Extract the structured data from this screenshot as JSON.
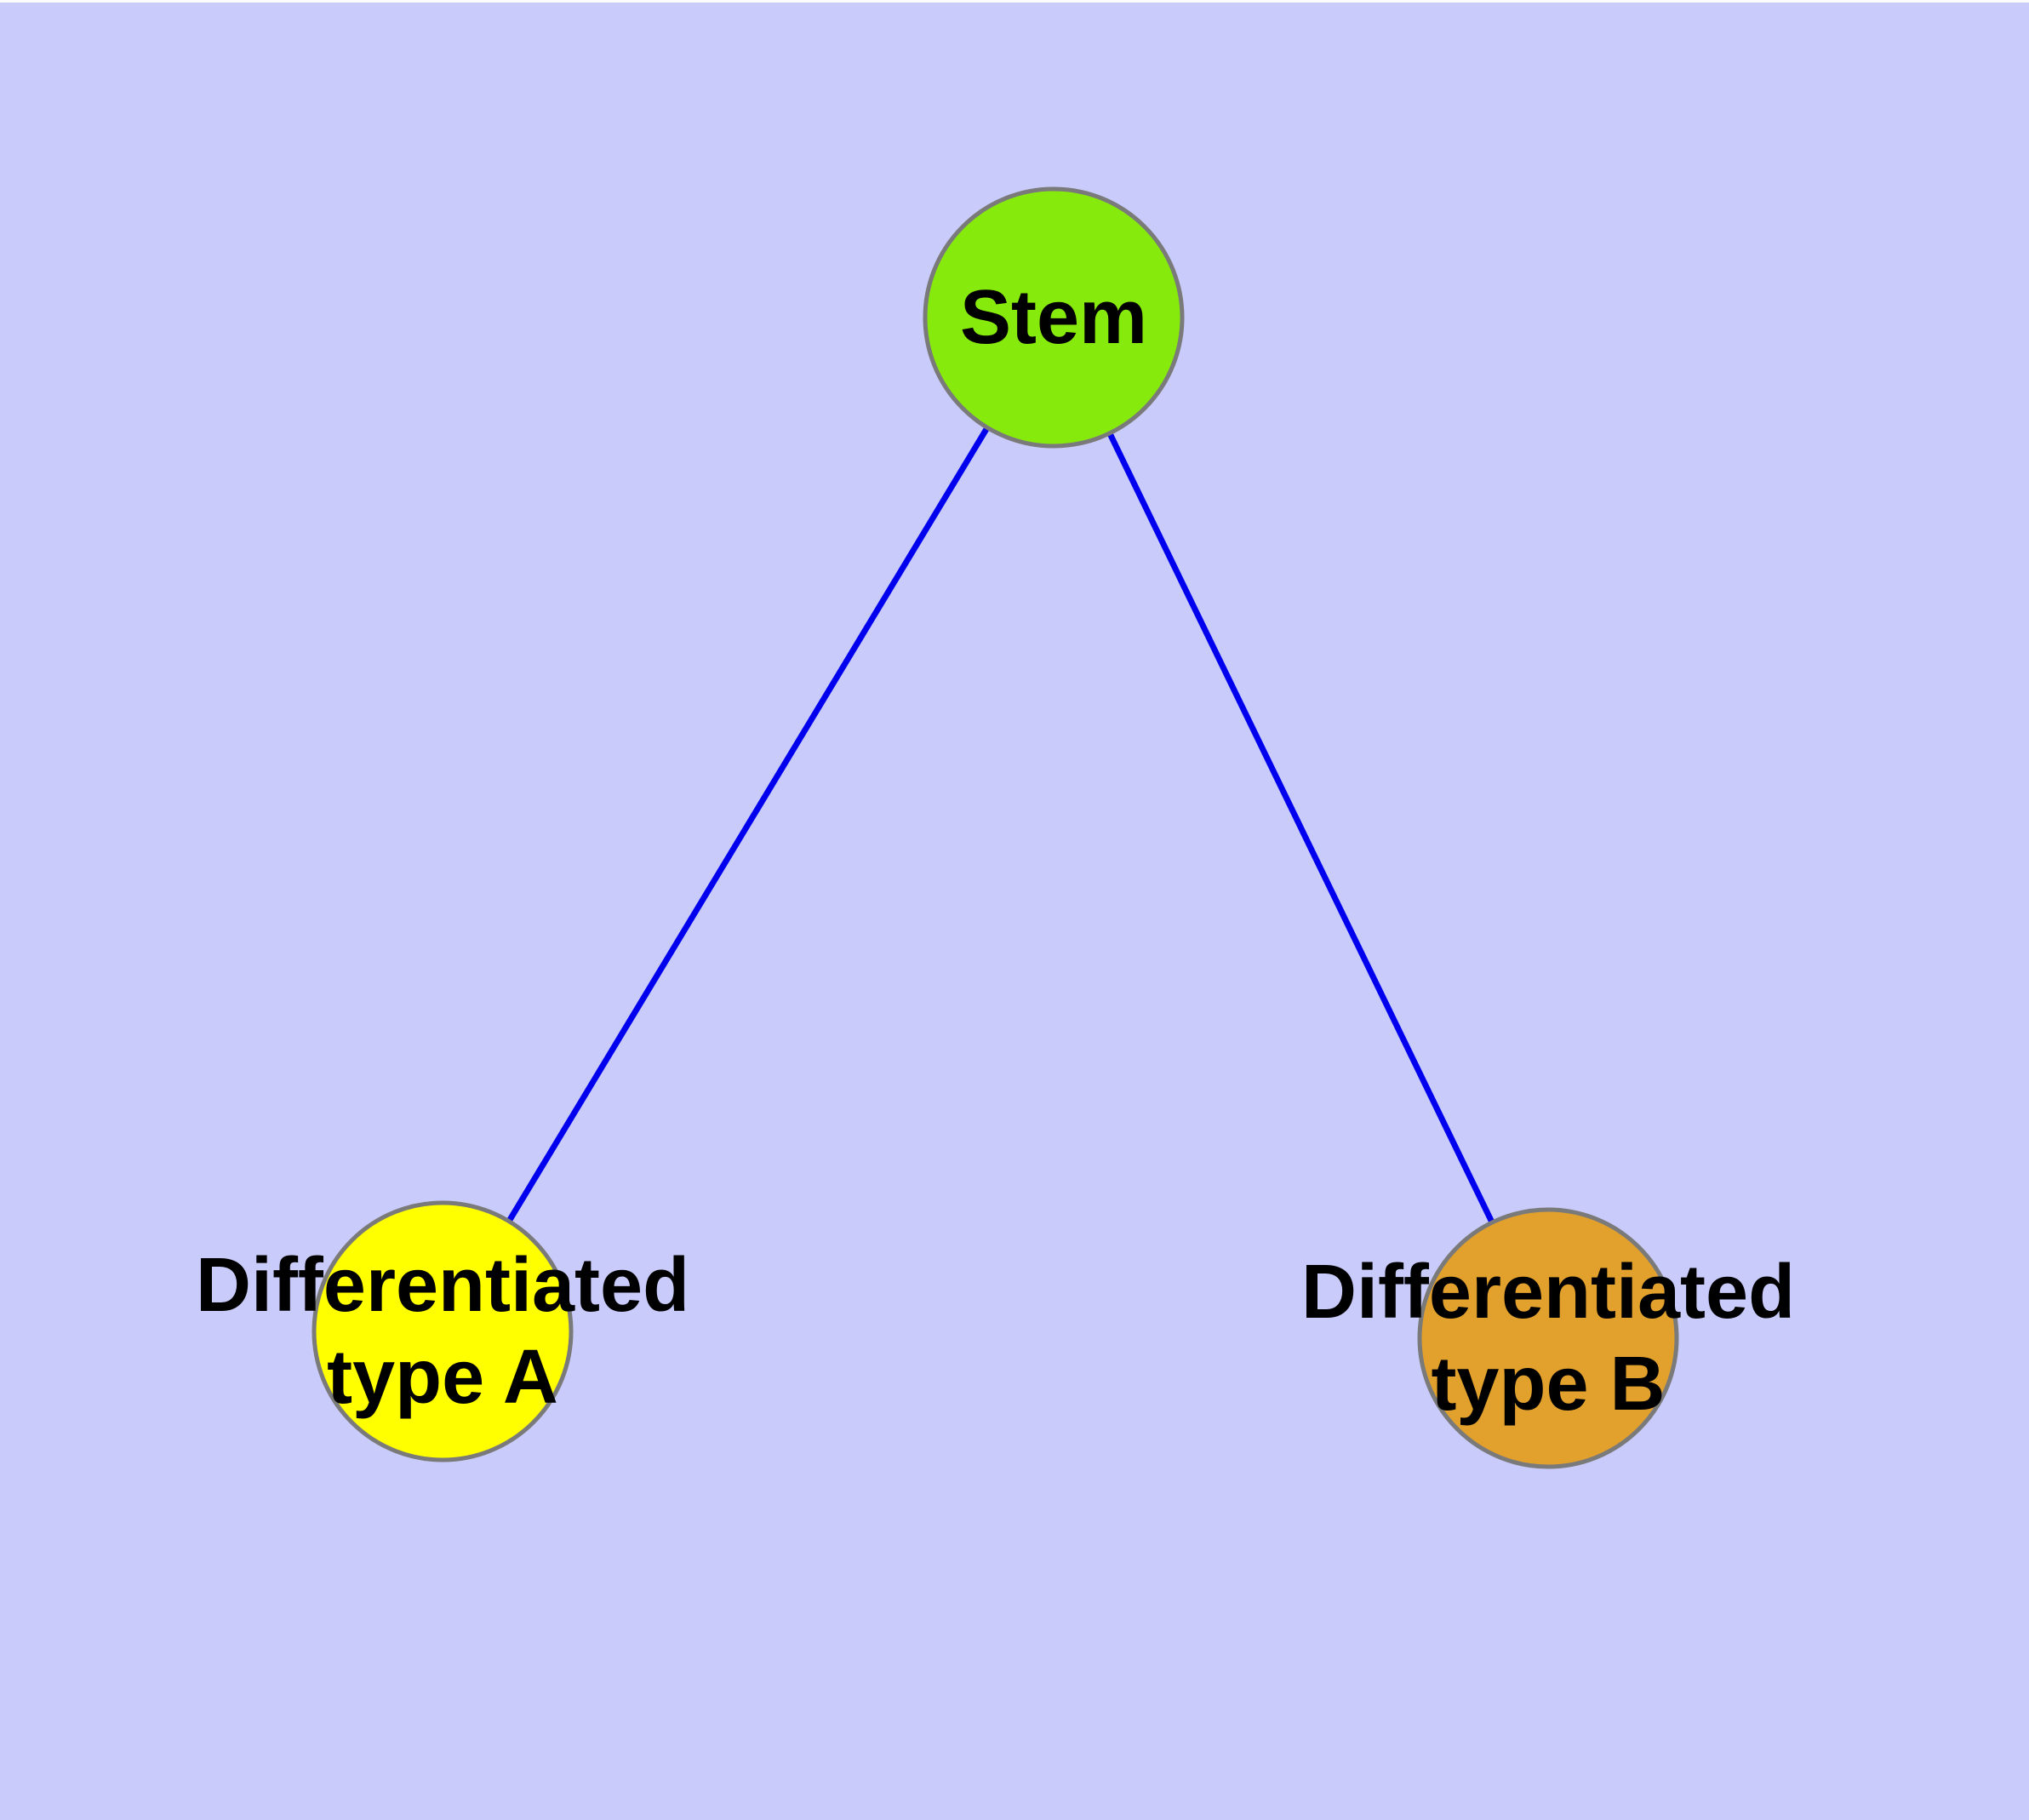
{
  "graph": {
    "background_color": "#C9CBFA",
    "edge_color": "#0000EE",
    "node_border_color": "#7A7A7A",
    "label_color": "#000000",
    "nodes": {
      "stem": {
        "label": "Stem",
        "fill": "#87EA0D"
      },
      "type_a": {
        "label": "Differentiated\ntype A",
        "fill": "#FFFF00"
      },
      "type_b": {
        "label": "Differentiated\ntype B",
        "fill": "#E2A02C"
      }
    },
    "edges": [
      {
        "from": "Stem",
        "to": "Differentiated type A"
      },
      {
        "from": "Stem",
        "to": "Differentiated type B"
      }
    ]
  }
}
